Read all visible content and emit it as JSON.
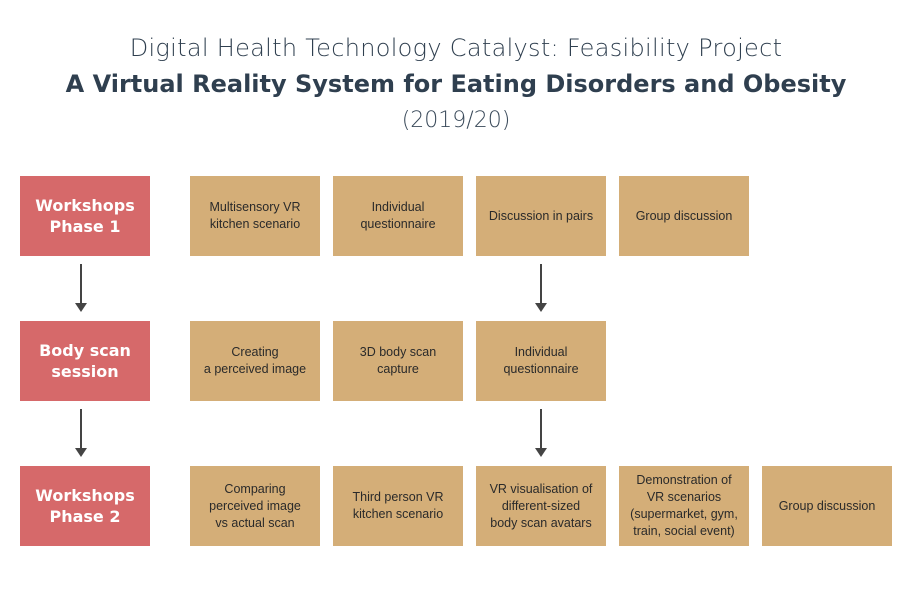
{
  "title": {
    "line1": "Digital Health Technology Catalyst: Feasibility Project",
    "line2": "A Virtual Reality System for Eating Disorders and Obesity",
    "line3": "(2019/20)"
  },
  "colors": {
    "phase": "#d6696a",
    "activity": "#d4ae78",
    "title": "#2f3f4f"
  },
  "rows": [
    {
      "phase": "Workshops\nPhase 1",
      "activities": [
        "Multisensory VR\nkitchen scenario",
        "Individual\nquestionnaire",
        "Discussion in pairs",
        "Group discussion"
      ]
    },
    {
      "phase": "Body scan\nsession",
      "activities": [
        "Creating\na perceived image",
        "3D body scan\ncapture",
        "Individual\nquestionnaire"
      ]
    },
    {
      "phase": "Workshops\nPhase 2",
      "activities": [
        "Comparing\nperceived image\nvs actual scan",
        "Third person VR\nkitchen scenario",
        "VR visualisation of\ndifferent-sized\nbody scan avatars",
        "Demonstration of\nVR scenarios\n(supermarket, gym,\ntrain, social event)",
        "Group discussion"
      ]
    }
  ]
}
